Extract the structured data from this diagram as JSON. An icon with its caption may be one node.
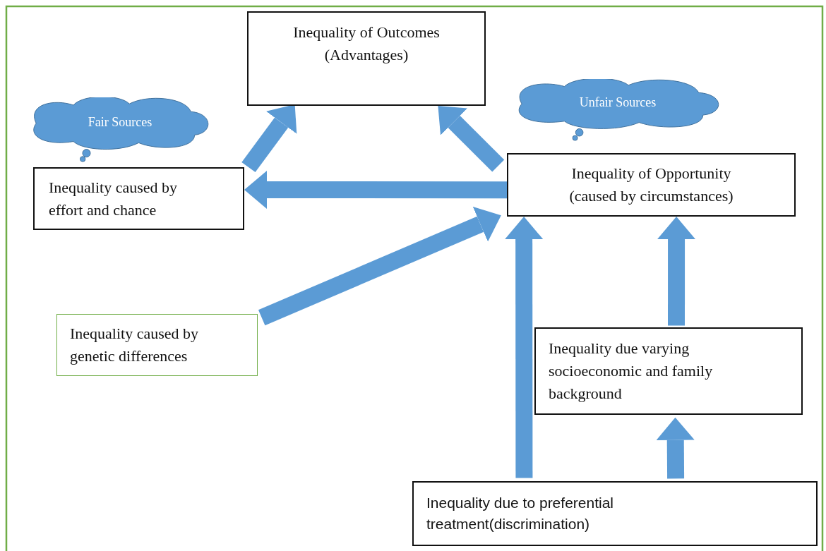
{
  "diagram": {
    "nodes": [
      {
        "text": [
          "Inequality of Outcomes (Advantages)"
        ]
      },
      {
        "text": [
          "Fair Sources"
        ]
      },
      {
        "text": [
          "Unfair Sources"
        ]
      },
      {
        "text": [
          "Inequality caused by effort and chance"
        ]
      },
      {
        "text": [
          "Inequality of Opportunity (caused by circumstances)"
        ]
      },
      {
        "text": [
          "Inequality caused by genetic differences"
        ]
      },
      {
        "text": [
          "Inequality due varying socioeconomic and family background"
        ]
      },
      {
        "text": [
          "Inequality due to preferential treatment(discrimination)"
        ]
      }
    ],
    "edges": [
      {
        "from": 3,
        "to": 0,
        "arrow": "to"
      },
      {
        "from": 4,
        "to": 0,
        "arrow": "to"
      },
      {
        "from": 4,
        "to": 3,
        "arrow": "to"
      },
      {
        "from": 5,
        "to": 4,
        "arrow": "to"
      },
      {
        "from": 7,
        "to": 4,
        "arrow": "to"
      },
      {
        "from": 6,
        "to": 4,
        "arrow": "to"
      },
      {
        "from": 7,
        "to": 6,
        "arrow": "to"
      }
    ]
  }
}
